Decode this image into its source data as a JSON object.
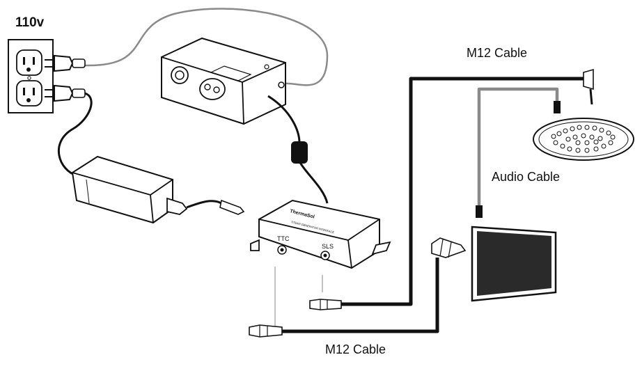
{
  "labels": {
    "voltage": "110v",
    "m12_cable_top": "M12 Cable",
    "audio_cable": "Audio Cable",
    "m12_cable_bottom": "M12 Cable"
  },
  "controller": {
    "brand": "ThermaSol",
    "model_line": "STEAM GENERATOR INTERFACE",
    "port_left": "TTC",
    "port_right": "SLS"
  },
  "colors": {
    "line": "#1a1a1a",
    "gray_cable": "#8a8a8a",
    "display_screen": "#2a2a2a"
  }
}
